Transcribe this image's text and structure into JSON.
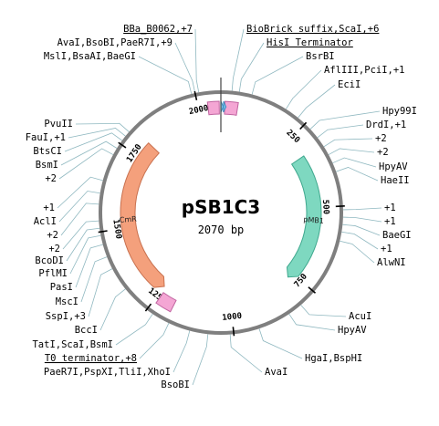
{
  "plasmid": {
    "name": "pSB1C3",
    "size_label": "2070 bp",
    "length": 2070
  },
  "ticks": [
    {
      "label": "250",
      "pos": 250
    },
    {
      "label": "500",
      "pos": 500
    },
    {
      "label": "750",
      "pos": 750
    },
    {
      "label": "1000",
      "pos": 1000
    },
    {
      "label": "1250",
      "pos": 1250
    },
    {
      "label": "1500",
      "pos": 1500
    },
    {
      "label": "1750",
      "pos": 1750
    },
    {
      "label": "2000",
      "pos": 2000
    }
  ],
  "features": [
    {
      "label": "CmR",
      "color": "#f4a07c",
      "stroke": "#c8704e",
      "start": 1250,
      "end": 1805,
      "strand": "reverse"
    },
    {
      "label": "pMB1",
      "color": "#7ed8c0",
      "stroke": "#3fa88e",
      "start": 320,
      "end": 770,
      "strand": "forward"
    },
    {
      "label": "",
      "color": "#f4a6d4",
      "stroke": "#c064a0",
      "start": 1190,
      "end": 1240,
      "strand": "none"
    },
    {
      "label": "",
      "color": "#f4a6d4",
      "stroke": "#c064a0",
      "start": 2030,
      "end": 2065,
      "strand": "none"
    },
    {
      "label": "",
      "color": "#f4a6d4",
      "stroke": "#c064a0",
      "start": 12,
      "end": 52,
      "strand": "none"
    },
    {
      "label": "",
      "color": "#7fc4ec",
      "stroke": "#3c8cc0",
      "start": 0,
      "end": 8,
      "strand": "marker"
    },
    {
      "label": "",
      "color": "#7fc4ec",
      "stroke": "#3c8cc0",
      "start": 8,
      "end": 16,
      "strand": "marker"
    }
  ],
  "sites_left": [
    {
      "label": "BBa_B0062,+7",
      "underline": true,
      "pos": 2010
    },
    {
      "label": "AvaI,BsoBI,PaeR7I,+9",
      "underline": false,
      "pos": 2000
    },
    {
      "label": "MslI,BsaAI,BaeGI",
      "underline": false,
      "pos": 1990
    },
    {
      "label": "PvuII",
      "underline": false,
      "pos": 1790
    },
    {
      "label": "FauI,+1",
      "underline": false,
      "pos": 1775
    },
    {
      "label": "BtsCI",
      "underline": false,
      "pos": 1760
    },
    {
      "label": "BsmI",
      "underline": false,
      "pos": 1735
    },
    {
      "label": "+2",
      "underline": false,
      "pos": 1715
    },
    {
      "label": "+1",
      "underline": false,
      "pos": 1640
    },
    {
      "label": "AclI",
      "underline": false,
      "pos": 1605
    },
    {
      "label": "+2",
      "underline": false,
      "pos": 1575
    },
    {
      "label": "+2",
      "underline": false,
      "pos": 1530
    },
    {
      "label": "BcoDI",
      "underline": false,
      "pos": 1510
    },
    {
      "label": "PflMI",
      "underline": false,
      "pos": 1490
    },
    {
      "label": "PasI",
      "underline": false,
      "pos": 1465
    },
    {
      "label": "MscI",
      "underline": false,
      "pos": 1430
    },
    {
      "label": "SspI,+3",
      "underline": false,
      "pos": 1395
    },
    {
      "label": "BccI",
      "underline": false,
      "pos": 1330
    },
    {
      "label": "TatI,ScaI,BsmI",
      "underline": false,
      "pos": 1230
    },
    {
      "label": "T0 terminator,+8",
      "underline": true,
      "pos": 1180
    },
    {
      "label": "PaeR7I,PspXI,TliI,XhoI",
      "underline": false,
      "pos": 1120
    },
    {
      "label": "BsoBI",
      "underline": false,
      "pos": 1070
    }
  ],
  "sites_right": [
    {
      "label": "BioBrick suffix,ScaI,+6",
      "underline": true,
      "pos": 30
    },
    {
      "label": "HisI Terminator",
      "underline": true,
      "pos": 50
    },
    {
      "label": "BsrBI",
      "underline": false,
      "pos": 85
    },
    {
      "label": "AflIII,PciI,+1",
      "underline": false,
      "pos": 185
    },
    {
      "label": "EciI",
      "underline": false,
      "pos": 225
    },
    {
      "label": "Hpy99I",
      "underline": false,
      "pos": 270
    },
    {
      "label": "DrdI,+1",
      "underline": false,
      "pos": 300
    },
    {
      "label": "+2",
      "underline": false,
      "pos": 330
    },
    {
      "label": "+2",
      "underline": false,
      "pos": 355
    },
    {
      "label": "HpyAV",
      "underline": false,
      "pos": 380
    },
    {
      "label": "HaeII",
      "underline": false,
      "pos": 405
    },
    {
      "label": "+1",
      "underline": false,
      "pos": 510
    },
    {
      "label": "+1",
      "underline": false,
      "pos": 530
    },
    {
      "label": "BaeGI",
      "underline": false,
      "pos": 550
    },
    {
      "label": "+1",
      "underline": false,
      "pos": 570
    },
    {
      "label": "AlwNI",
      "underline": false,
      "pos": 595
    },
    {
      "label": "AcuI",
      "underline": false,
      "pos": 800
    },
    {
      "label": "HpyAV",
      "underline": false,
      "pos": 840
    },
    {
      "label": "HgaI,BspHI",
      "underline": false,
      "pos": 930
    },
    {
      "label": "AvaI",
      "underline": false,
      "pos": 1010
    }
  ]
}
